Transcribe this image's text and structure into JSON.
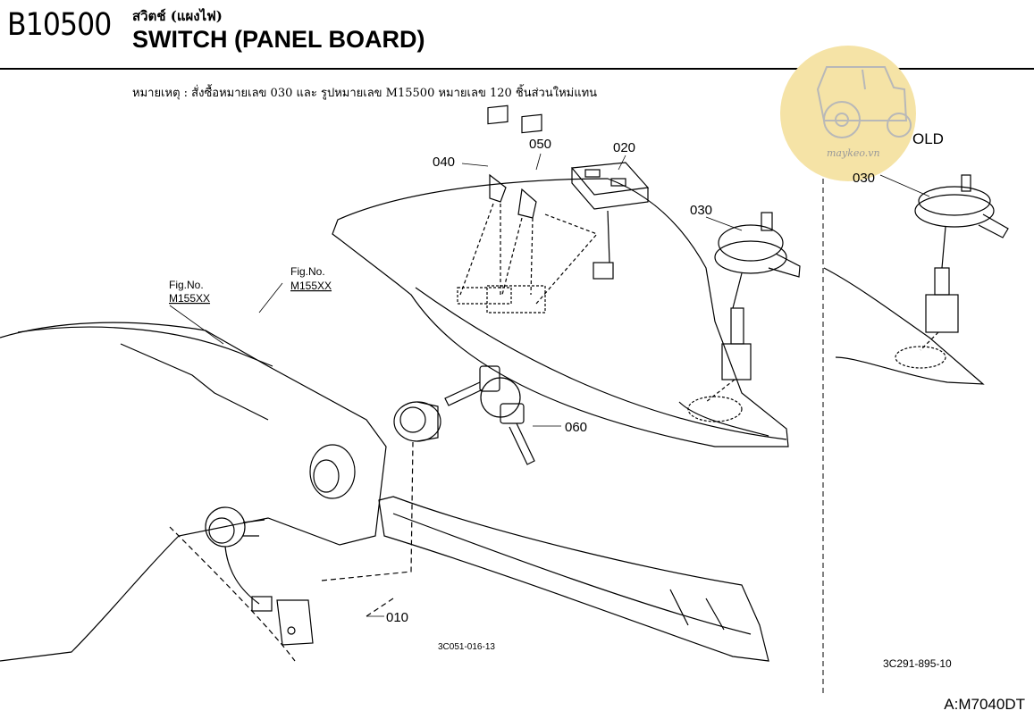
{
  "header": {
    "code": "B10500",
    "title_th": "สวิตช์ (แผงไฟ)",
    "title_en": "SWITCH (PANEL BOARD)"
  },
  "note": "หมายเหตุ : สั่งซื้อหมายเลข 030 และ รูปหมายเลข M15500 หมายเลข 120 ชิ้นส่วนใหม่แทน",
  "callouts": {
    "p040": "040",
    "p050": "050",
    "p020": "020",
    "p030": "030",
    "p060": "060",
    "p010": "010",
    "old_label": "OLD",
    "old_030": "030"
  },
  "fig_refs": {
    "left_label": "Fig.No.",
    "left_value": "M155XX",
    "center_label": "Fig.No.",
    "center_value": "M155XX"
  },
  "drawing_codes": {
    "main": "3C051-016-13",
    "old": "3C291-895-10"
  },
  "watermark": {
    "text": "maykeo.vn",
    "color": "#f5e3a6"
  },
  "model": "A:M7040DT"
}
